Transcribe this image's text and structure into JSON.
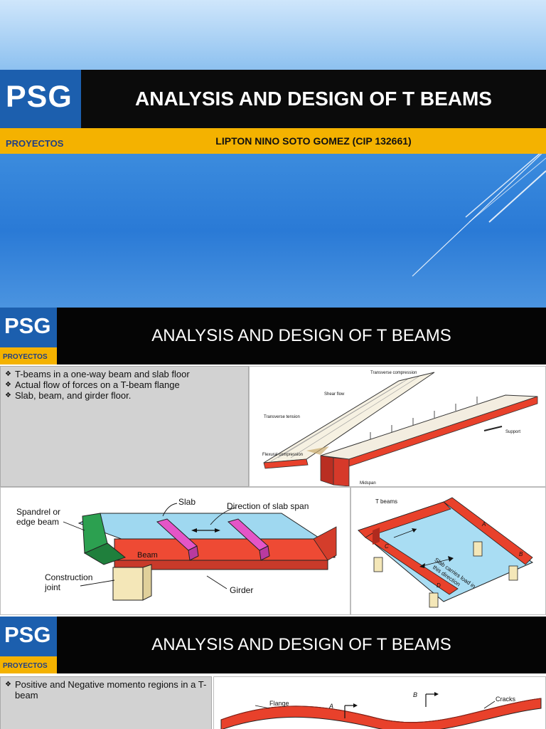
{
  "slide1": {
    "logo": {
      "text": "PSG",
      "subtext": "PROYECTOS"
    },
    "title": "ANALYSIS AND DESIGN OF T BEAMS",
    "author": "LIPTON NINO SOTO GOMEZ   (CIP 132661)"
  },
  "slide2": {
    "logo": {
      "text": "PSG",
      "subtext": "PROYECTOS"
    },
    "title": "ANALYSIS AND DESIGN OF T BEAMS",
    "bullets": [
      "T-beams in a one-way beam and slab floor",
      "Actual flow of forces on a  T-beam flange",
      "Slab, beam, and girder floor."
    ],
    "fig1": {
      "labels": {
        "transverse_compression": "Transverse compression",
        "shear_flow": "Shear flow",
        "transverse_tension": "Transverse tension",
        "flexural_compression": "Flexural compression",
        "support": "Support",
        "midspan": "Midspan"
      }
    },
    "fig2": {
      "labels": {
        "spandrel": "Spandrel or",
        "edge_beam": "edge beam",
        "slab": "Slab",
        "direction": "Direction of slab span",
        "beam": "Beam",
        "construction": "Construction",
        "joint": "joint",
        "girder": "Girder"
      }
    },
    "fig3": {
      "labels": {
        "t_beams": "T beams",
        "slab_carries_1": "Slab carries load in",
        "slab_carries_2": "this direction",
        "a": "A",
        "b": "B",
        "c": "C",
        "d": "D"
      }
    }
  },
  "slide3": {
    "logo": {
      "text": "PSG",
      "subtext": "PROYECTOS"
    },
    "title": "ANALYSIS AND DESIGN OF T BEAMS",
    "bullets": [
      "Positive and Negative momento regions in a T-beam"
    ],
    "fig": {
      "labels": {
        "flange": "Flange",
        "a": "A",
        "b": "B",
        "cracks": "Cracks"
      }
    }
  },
  "colors": {
    "logo_blue": "#1c5fae",
    "accent_yellow": "#f4b200",
    "header_black": "#0b0b0b",
    "beam_red": "#e8412b",
    "slab_blue": "#9fd8f0"
  }
}
